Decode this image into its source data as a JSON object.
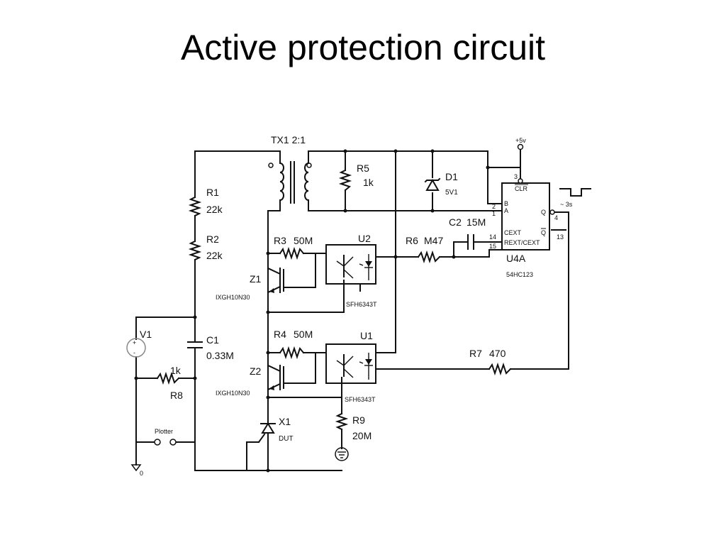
{
  "title": "Active protection circuit",
  "components": {
    "tx1": "TX1 2:1",
    "r1": {
      "ref": "R1",
      "val": "22k"
    },
    "r2": {
      "ref": "R2",
      "val": "22k"
    },
    "r3": {
      "ref": "R3",
      "val": "50M"
    },
    "r4": {
      "ref": "R4",
      "val": "50M"
    },
    "r5": {
      "ref": "R5",
      "val": "1k"
    },
    "r6": {
      "ref": "R6",
      "val": "M47"
    },
    "r7": {
      "ref": "R7",
      "val": "470"
    },
    "r8": {
      "ref": "R8",
      "val": "1k"
    },
    "r9": {
      "ref": "R9",
      "val": "20M"
    },
    "c1": {
      "ref": "C1",
      "val": "0.33M"
    },
    "c2": {
      "ref": "C2",
      "val": "15M"
    },
    "d1": {
      "ref": "D1",
      "val": "5V1"
    },
    "z1": {
      "ref": "Z1",
      "part": "IXGH10N30"
    },
    "z2": {
      "ref": "Z2",
      "part": "IXGH10N30"
    },
    "u1": {
      "ref": "U1",
      "part": "SFH6343T"
    },
    "u2": {
      "ref": "U2",
      "part": "SFH6343T"
    },
    "x1": {
      "ref": "X1",
      "val": "DUT"
    },
    "v1": {
      "ref": "V1"
    },
    "plotter": "Plotter",
    "ground": "0",
    "vcc": "+5v",
    "pulse": "~ 3s",
    "u4a": {
      "ref": "U4A",
      "part": "54HC123",
      "pins": {
        "clr": "CLR",
        "b": "B",
        "a": "A",
        "cext": "CEXT",
        "rext": "REXT/CEXT",
        "q": "Q",
        "qbar": "Q"
      },
      "pin_numbers": {
        "p3": "3",
        "p2": "2",
        "p1": "1",
        "p14": "14",
        "p15": "15",
        "p4": "4",
        "p13": "13"
      }
    }
  }
}
